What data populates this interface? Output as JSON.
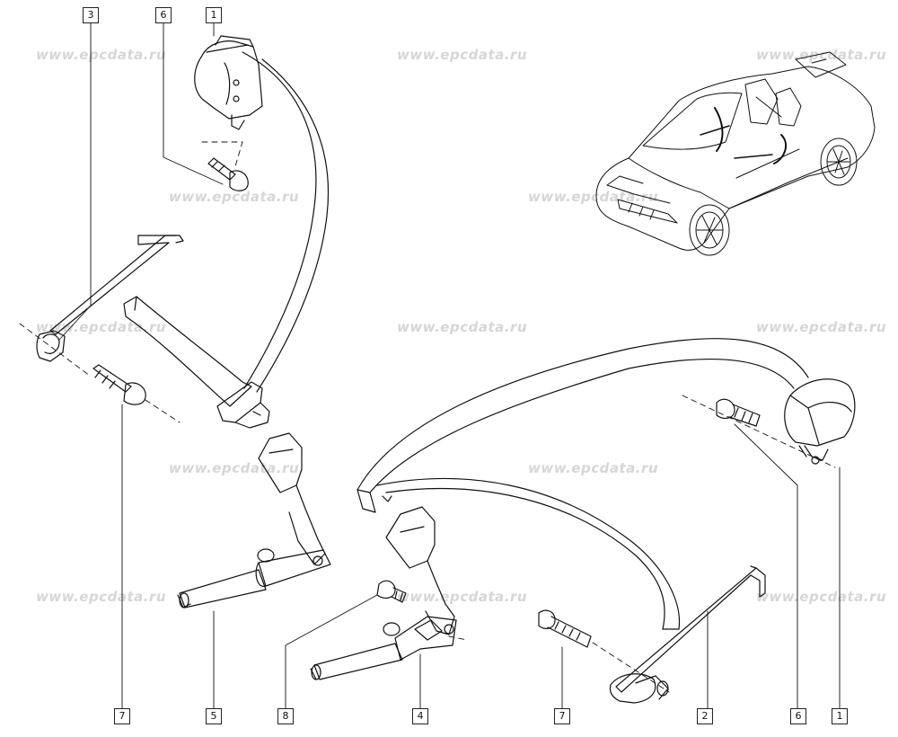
{
  "watermark": "www.epcdata.ru",
  "callouts": {
    "top": [
      "3",
      "6",
      "1"
    ],
    "bottom": [
      "7",
      "5",
      "8",
      "4",
      "7",
      "2",
      "6",
      "1"
    ]
  },
  "colors": {
    "line": "#111111",
    "watermark": "#d6d6d6",
    "background": "#ffffff"
  }
}
